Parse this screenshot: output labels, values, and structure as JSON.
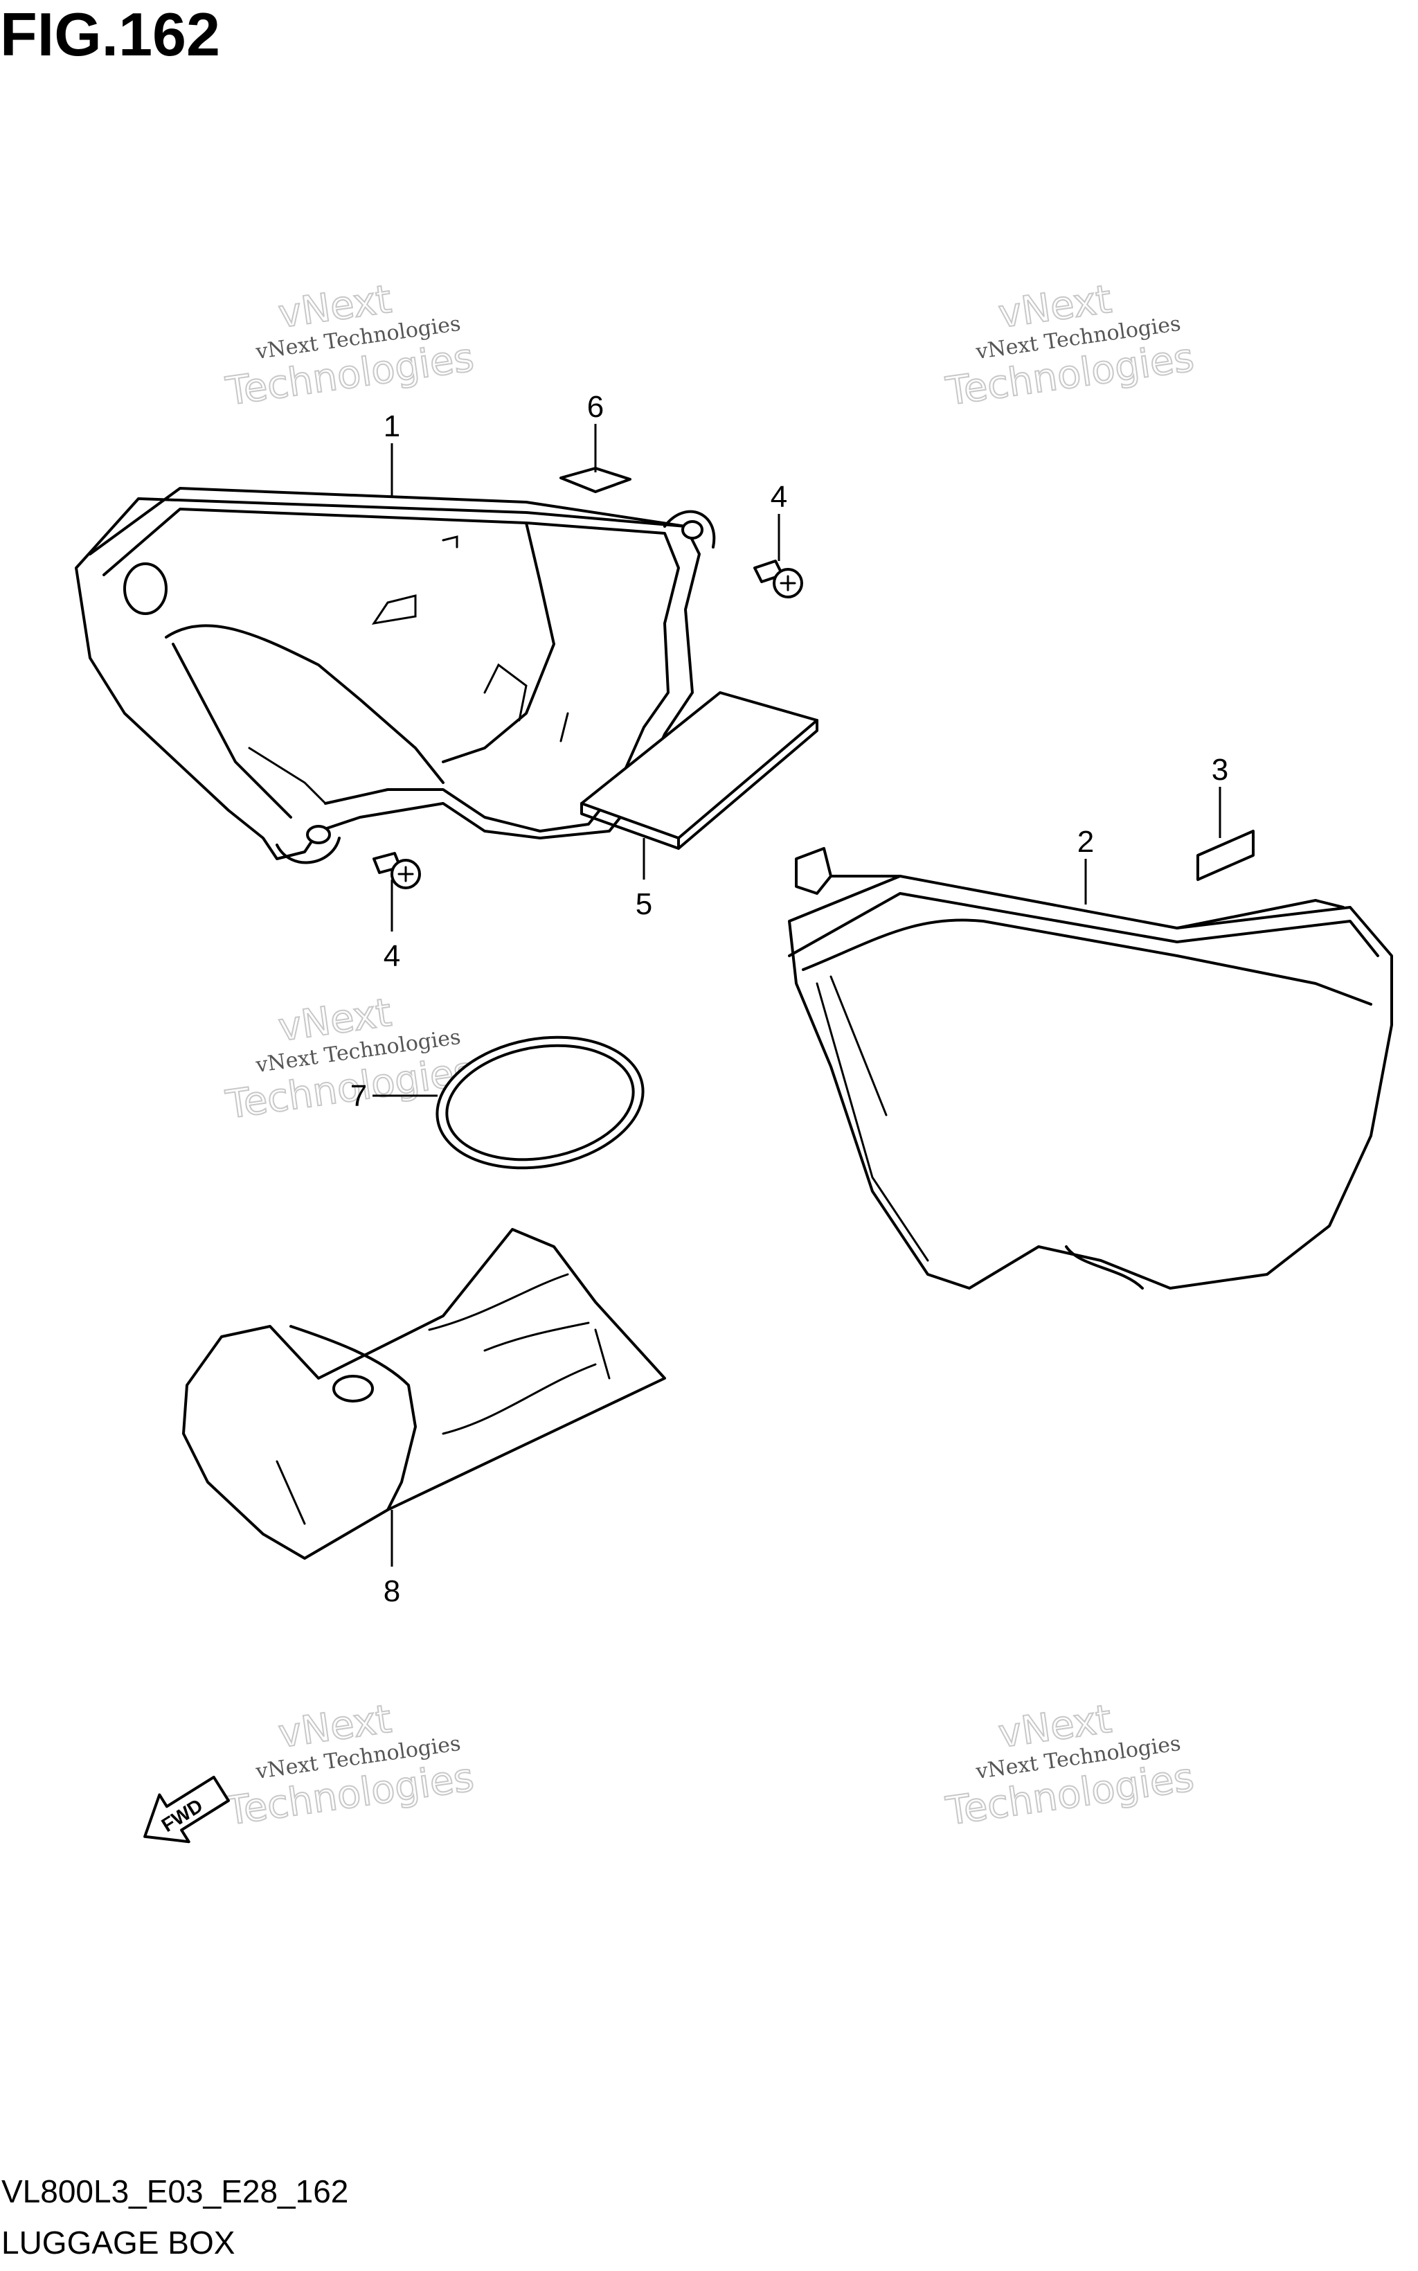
{
  "figure": {
    "title": "FIG.162",
    "code": "VL800L3_E03_E28_162",
    "name": "LUGGAGE BOX"
  },
  "watermark": {
    "line_small": "vNext Technologies",
    "line_big_a": "vNext",
    "line_big_b": "Technologies"
  },
  "fwd_arrow_label": "FWD",
  "callouts": [
    "1",
    "2",
    "3",
    "4",
    "4",
    "5",
    "6",
    "7",
    "8"
  ]
}
